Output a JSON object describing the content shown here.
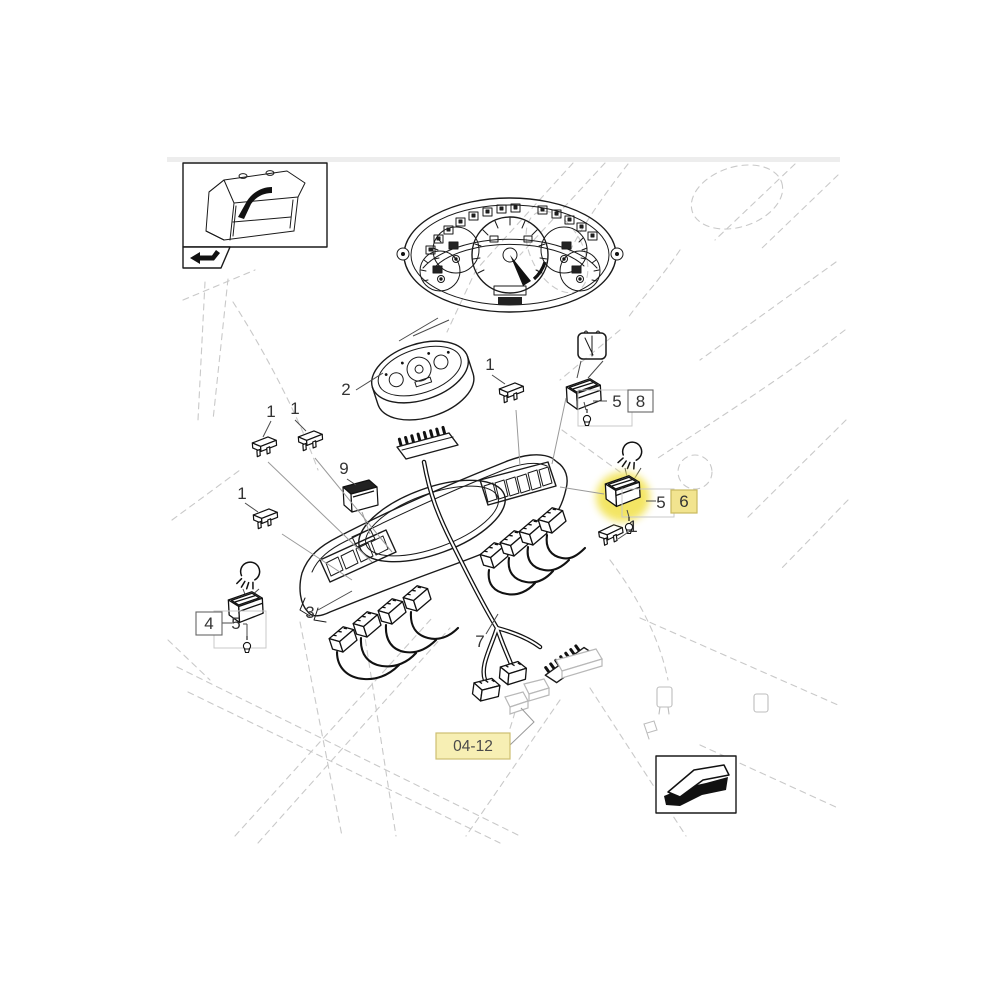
{
  "page": {
    "background": "#ffffff",
    "top_rule_color": "#ededed"
  },
  "colors": {
    "line": "#1a1a1a",
    "faint": "#c9c9c9",
    "text": "#333333",
    "highlight_fill": "#f2e48f",
    "highlight_border": "#c9b95e",
    "reference_fill": "#f7efb4",
    "reference_border": "#cdbf72",
    "glow": "#f3e45c"
  },
  "inset": {
    "name": "cab-location-thumbnail",
    "back_icon": "bent-arrow-left"
  },
  "nav": {
    "next_sheet_icon": "arrow-left-3d"
  },
  "illustrations": {
    "cluster_front": "instrument-cluster-front-view",
    "cluster_rear": "instrument-cluster-perspective",
    "console": "switch-console-panel",
    "harness": "wiring-harness"
  },
  "callouts": [
    {
      "text": "1",
      "style": "plain"
    },
    {
      "text": "1",
      "style": "plain"
    },
    {
      "text": "1",
      "style": "plain"
    },
    {
      "text": "9",
      "style": "plain"
    },
    {
      "text": "2",
      "style": "plain"
    },
    {
      "text": "1",
      "style": "plain"
    },
    {
      "text": "5",
      "style": "plain"
    },
    {
      "text": "8",
      "style": "boxed"
    },
    {
      "text": "5",
      "style": "plain"
    },
    {
      "text": "6",
      "style": "highlighted"
    },
    {
      "text": "1",
      "style": "plain"
    },
    {
      "text": "4",
      "style": "boxed"
    },
    {
      "text": "5",
      "style": "plain"
    },
    {
      "text": "3",
      "style": "plain"
    },
    {
      "text": "7",
      "style": "plain"
    },
    {
      "text": "04-12",
      "style": "reference"
    }
  ]
}
